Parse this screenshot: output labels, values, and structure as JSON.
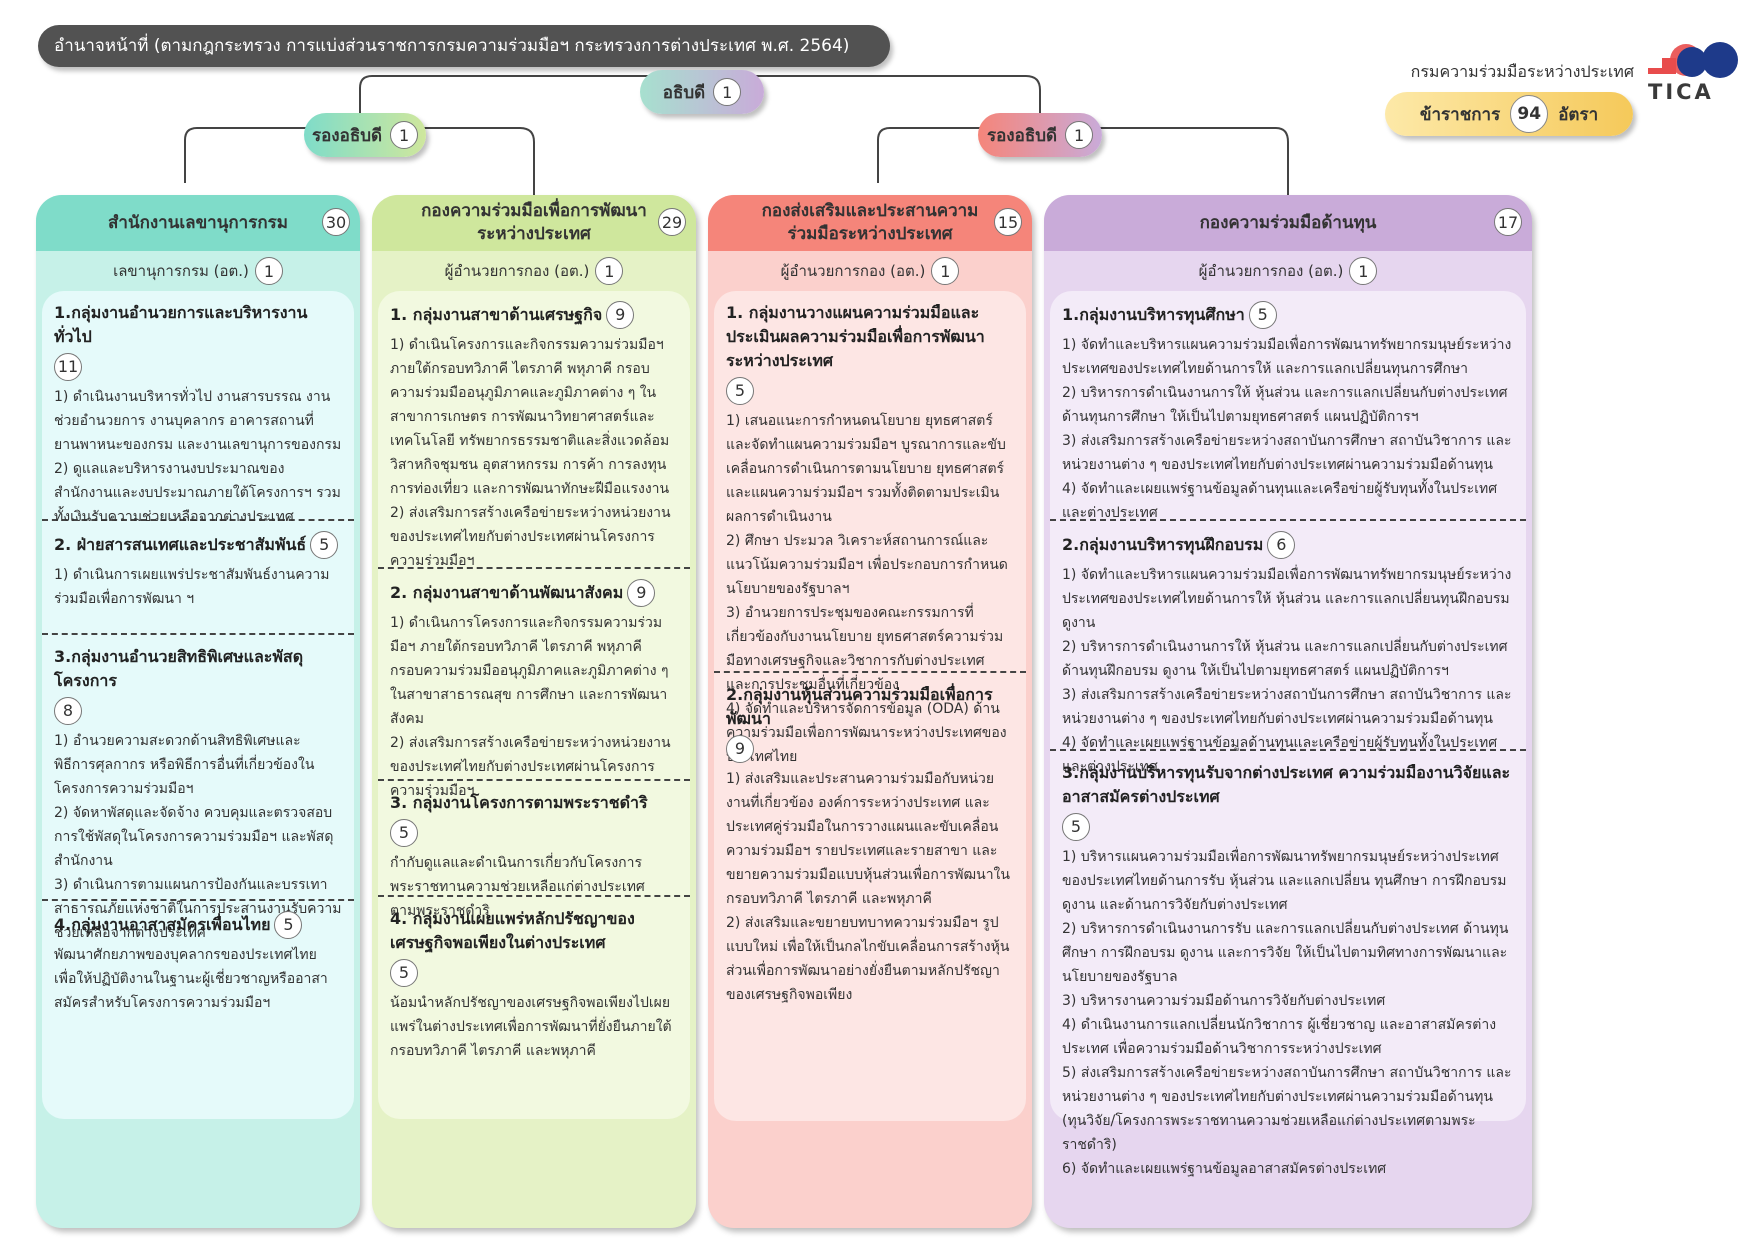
{
  "header": {
    "title": "อำนาจหน้าที่ (ตามกฎกระทรวง การแบ่งส่วนราชการกรมความร่วมมือฯ กระทรวงการต่างประเทศ พ.ศ. 2564)",
    "org_name": "กรมความร่วมมือระหว่างประเทศ",
    "logo_text": "TICA",
    "staff": {
      "label": "ข้าราชการ",
      "count": "94",
      "unit": "อัตรา"
    }
  },
  "executives": {
    "director_general": {
      "label": "อธิบดี",
      "count": "1"
    },
    "deputy_left": {
      "label": "รองอธิบดี",
      "count": "1"
    },
    "deputy_right": {
      "label": "รองอธิบดี",
      "count": "1"
    }
  },
  "colors": {
    "col1": "#7fdcc9",
    "col2": "#cfe79d",
    "col3": "#f5857a",
    "col4": "#c9abd9",
    "accent": "#f5c95a"
  },
  "columns": [
    {
      "name": "สำนักงานเลขานุการกรม",
      "count": "30",
      "director": "เลขานุการกรม (อต.)",
      "director_count": "1",
      "boxes": [
        {
          "title": "1.กลุ่มงานอำนวยการและบริหารงานทั่วไป",
          "count": "11",
          "text": "1) ดำเนินงานบริหารทั่วไป งานสารบรรณ งานช่วยอำนวยการ งานบุคลากร อาคารสถานที่ ยานพาหนะของกรม และงานเลขานุการของกรม\n2) ดูแลและบริหารงานงบประมาณของสำนักงานและงบประมาณภายใต้โครงการฯ รวมทั้งเงินรับความช่วยเหลือจากต่างประเทศ"
        },
        {
          "title": "2. ฝ่ายสารสนเทศและประชาสัมพันธ์",
          "count": "5",
          "text": "1) ดำเนินการเผยแพร่ประชาสัมพันธ์งานความร่วมมือเพื่อการพัฒนา ฯ"
        },
        {
          "title": "3.กลุ่มงานอำนวยสิทธิพิเศษและพัสดุโครงการ",
          "count": "8",
          "text": "1) อำนวยความสะดวกด้านสิทธิพิเศษและพิธีการศุลกากร หรือพิธีการอื่นที่เกี่ยวข้องในโครงการความร่วมมือฯ\n2) จัดหาพัสดุและจัดจ้าง ควบคุมและตรวจสอบการใช้พัสดุในโครงการความร่วมมือฯ และพัสดุสำนักงาน\n3) ดำเนินการตามแผนการป้องกันและบรรเทาสาธารณภัยแห่งชาติในการประสานงานรับความช่วยเหลือจากต่างประเทศ"
        },
        {
          "title": "4.กลุ่มงานอาสาสมัครเพื่อนไทย",
          "count": "5",
          "text": "พัฒนาศักยภาพของบุคลากรของประเทศไทย เพื่อให้ปฏิบัติงานในฐานะผู้เชี่ยวชาญหรืออาสาสมัครสำหรับโครงการความร่วมมือฯ"
        }
      ]
    },
    {
      "name": "กองความร่วมมือเพื่อการพัฒนาระหว่างประเทศ",
      "count": "29",
      "director": "ผู้อำนวยการกอง (อต.)",
      "director_count": "1",
      "boxes": [
        {
          "title": "1. กลุ่มงานสาขาด้านเศรษฐกิจ",
          "count": "9",
          "text": "1) ดำเนินโครงการและกิจกรรมความร่วมมือฯ ภายใต้กรอบทวิภาคี ไตรภาคี พหุภาคี กรอบความร่วมมืออนุภูมิภาคและภูมิภาคต่าง ๆ ในสาขาการเกษตร การพัฒนาวิทยาศาสตร์และเทคโนโลยี ทรัพยากรธรรมชาติและสิ่งแวดล้อม วิสาหกิจชุมชน อุตสาหกรรม การค้า การลงทุน การท่องเที่ยว และการพัฒนาทักษะฝีมือแรงงาน\n2) ส่งเสริมการสร้างเครือข่ายระหว่างหน่วยงานของประเทศไทยกับต่างประเทศผ่านโครงการความร่วมมือฯ"
        },
        {
          "title": "2. กลุ่มงานสาขาด้านพัฒนาสังคม",
          "count": "9",
          "text": "1) ดำเนินการโครงการและกิจกรรมความร่วมมือฯ ภายใต้กรอบทวิภาคี ไตรภาคี พหุภาคี กรอบความร่วมมืออนุภูมิภาคและภูมิภาคต่าง ๆ ในสาขาสาธารณสุข การศึกษา และการพัฒนาสังคม\n2) ส่งเสริมการสร้างเครือข่ายระหว่างหน่วยงานของประเทศไทยกับต่างประเทศผ่านโครงการความร่วมมือฯ"
        },
        {
          "title": "3. กลุ่มงานโครงการตามพระราชดำริ",
          "count": "5",
          "text": "กำกับดูแลและดำเนินการเกี่ยวกับโครงการพระราชทานความช่วยเหลือแก่ต่างประเทศตามพระราชดำริ"
        },
        {
          "title": "4. กลุ่มงานเผยแพร่หลักปรัชญาของเศรษฐกิจพอเพียงในต่างประเทศ",
          "count": "5",
          "text": "น้อมนำหลักปรัชญาของเศรษฐกิจพอเพียงไปเผยแพร่ในต่างประเทศเพื่อการพัฒนาที่ยั่งยืนภายใต้กรอบทวิภาคี ไตรภาคี และพหุภาคี"
        }
      ]
    },
    {
      "name": "กองส่งเสริมและประสานความร่วมมือระหว่างประเทศ",
      "count": "15",
      "director": "ผู้อำนวยการกอง (อต.)",
      "director_count": "1",
      "boxes": [
        {
          "title": "1. กลุ่มงานวางแผนความร่วมมือและประเมินผลความร่วมมือเพื่อการพัฒนาระหว่างประเทศ",
          "count": "5",
          "text": "1) เสนอแนะการกำหนดนโยบาย ยุทธศาสตร์ และจัดทำแผนความร่วมมือฯ บูรณาการและขับเคลื่อนการดำเนินการตามนโยบาย ยุทธศาสตร์ และแผนความร่วมมือฯ รวมทั้งติดตามประเมินผลการดำเนินงาน\n2) ศึกษา ประมวล วิเคราะห์สถานการณ์และแนวโน้มความร่วมมือฯ เพื่อประกอบการกำหนดนโยบายของรัฐบาลฯ\n3) อำนวยการประชุมของคณะกรรมการที่เกี่ยวข้องกับงานนโยบาย ยุทธศาสตร์ความร่วมมือทางเศรษฐกิจและวิชาการกับต่างประเทศ และการประชุมอื่นที่เกี่ยวข้อง\n4) จัดทำและบริหารจัดการข้อมูล (ODA) ด้านความร่วมมือเพื่อการพัฒนาระหว่างประเทศของประเทศไทย"
        },
        {
          "title": "2.กลุ่มงานหุ้นส่วนความร่วมมือเพื่อการพัฒนา",
          "count": "9",
          "text": "1) ส่งเสริมและประสานความร่วมมือกับหน่วยงานที่เกี่ยวข้อง องค์การระหว่างประเทศ และประเทศคู่ร่วมมือในการวางแผนและขับเคลื่อนความร่วมมือฯ รายประเทศและรายสาขา และขยายความร่วมมือแบบหุ้นส่วนเพื่อการพัฒนาในกรอบทวิภาคี ไตรภาคี และพหุภาคี\n2) ส่งเสริมและขยายบทบาทความร่วมมือฯ รูปแบบใหม่ เพื่อให้เป็นกลไกขับเคลื่อนการสร้างหุ้นส่วนเพื่อการพัฒนาอย่างยั่งยืนตามหลักปรัชญาของเศรษฐกิจพอเพียง"
        }
      ]
    },
    {
      "name": "กองความร่วมมือด้านทุน",
      "count": "17",
      "director": "ผู้อำนวยการกอง (อต.)",
      "director_count": "1",
      "boxes": [
        {
          "title": "1.กลุ่มงานบริหารทุนศึกษา",
          "count": "5",
          "text": "1) จัดทำและบริหารแผนความร่วมมือเพื่อการพัฒนาทรัพยากรมนุษย์ระหว่างประเทศของประเทศไทยด้านการให้ และการแลกเปลี่ยนทุนการศึกษา\n2) บริหารการดำเนินงานการให้ หุ้นส่วน และการแลกเปลี่ยนกับต่างประเทศด้านทุนการศึกษา ให้เป็นไปตามยุทธศาสตร์ แผนปฏิบัติการฯ\n3) ส่งเสริมการสร้างเครือข่ายระหว่างสถาบันการศึกษา สถาบันวิชาการ และหน่วยงานต่าง ๆ ของประเทศไทยกับต่างประเทศผ่านความร่วมมือด้านทุน\n4) จัดทำและเผยแพร่ฐานข้อมูลด้านทุนและเครือข่ายผู้รับทุนทั้งในประเทศและต่างประเทศ"
        },
        {
          "title": "2.กลุ่มงานบริหารทุนฝึกอบรม",
          "count": "6",
          "text": "1) จัดทำและบริหารแผนความร่วมมือเพื่อการพัฒนาทรัพยากรมนุษย์ระหว่างประเทศของประเทศไทยด้านการให้ หุ้นส่วน และการแลกเปลี่ยนทุนฝึกอบรม ดูงาน\n2) บริหารการดำเนินงานการให้ หุ้นส่วน และการแลกเปลี่ยนกับต่างประเทศด้านทุนฝึกอบรม ดูงาน ให้เป็นไปตามยุทธศาสตร์ แผนปฏิบัติการฯ\n3) ส่งเสริมการสร้างเครือข่ายระหว่างสถาบันการศึกษา สถาบันวิชาการ และหน่วยงานต่าง ๆ ของประเทศไทยกับต่างประเทศผ่านความร่วมมือด้านทุน\n4) จัดทำและเผยแพร่ฐานข้อมูลด้านทุนและเครือข่ายผู้รับทุนทั้งในประเทศและต่างประเทศ"
        },
        {
          "title": "3.กลุ่มงานบริหารทุนรับจากต่างประเทศ ความร่วมมืองานวิจัยและอาสาสมัครต่างประเทศ",
          "count": "5",
          "text": "1) บริหารแผนความร่วมมือเพื่อการพัฒนาทรัพยากรมนุษย์ระหว่างประเทศของประเทศไทยด้านการรับ หุ้นส่วน และแลกเปลี่ยน ทุนศึกษา การฝึกอบรม ดูงาน และด้านการวิจัยกับต่างประเทศ\n2) บริหารการดำเนินงานการรับ และการแลกเปลี่ยนกับต่างประเทศ ด้านทุนศึกษา การฝึกอบรม ดูงาน และการวิจัย ให้เป็นไปตามทิศทางการพัฒนาและนโยบายของรัฐบาล\n3) บริหารงานความร่วมมือด้านการวิจัยกับต่างประเทศ\n4) ดำเนินงานการแลกเปลี่ยนนักวิชาการ ผู้เชี่ยวชาญ และอาสาสมัครต่างประเทศ เพื่อความร่วมมือด้านวิชาการระหว่างประเทศ\n5) ส่งเสริมการสร้างเครือข่ายระหว่างสถาบันการศึกษา สถาบันวิชาการ และหน่วยงานต่าง ๆ ของประเทศไทยกับต่างประเทศผ่านความร่วมมือด้านทุน (ทุนวิจัย/โครงการพระราชทานความช่วยเหลือแก่ต่างประเทศตามพระราชดำริ)\n6) จัดทำและเผยแพร่ฐานข้อมูลอาสาสมัครต่างประเทศ"
        }
      ]
    }
  ]
}
